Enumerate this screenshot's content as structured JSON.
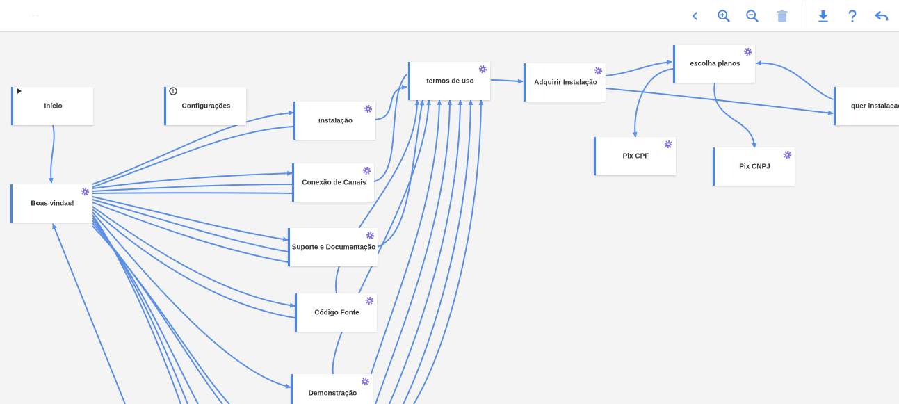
{
  "toolbar": {
    "title": "· ·",
    "buttons": [
      {
        "name": "back-button",
        "icon": "chevron-left-icon"
      },
      {
        "name": "zoom-in-button",
        "icon": "zoom-in-icon"
      },
      {
        "name": "zoom-out-button",
        "icon": "zoom-out-icon"
      },
      {
        "name": "delete-button",
        "icon": "trash-icon"
      },
      {
        "name": "download-button",
        "icon": "download-icon"
      },
      {
        "name": "help-button",
        "icon": "question-icon"
      },
      {
        "name": "undo-button",
        "icon": "undo-icon"
      }
    ]
  },
  "colors": {
    "accent": "#4a86e8",
    "gear": "#7b6ee0",
    "edge": "#5b8fe6"
  },
  "nodes": {
    "inicio": "Início",
    "configuracoes": "Configurações",
    "boas_vindas": "Boas vindas!",
    "instalacao": "instalação",
    "conexao": "Conexão de Canais",
    "suporte": "Suporte e Documentação",
    "codigo": "Código Fonte",
    "demonstracao": "Demonstração",
    "termos": "termos de uso",
    "adquirir": "Adquirir Instalação",
    "escolha": "escolha planos",
    "quer": "quer instalacao",
    "pix_cpf": "Pix CPF",
    "pix_cnpj": "Pix CNPJ"
  }
}
